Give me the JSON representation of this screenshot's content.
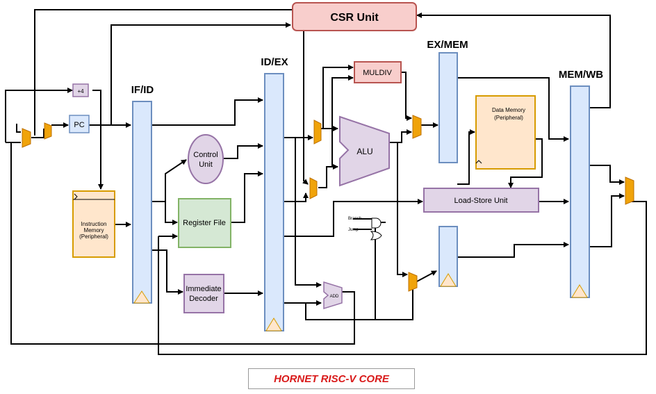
{
  "title": "HORNET RISC-V CORE",
  "stages": {
    "if_id": "IF/ID",
    "id_ex": "ID/EX",
    "ex_mem": "EX/MEM",
    "mem_wb": "MEM/WB"
  },
  "blocks": {
    "csr_unit": "CSR Unit",
    "pc": "PC",
    "plus4": "+4",
    "instr_mem": [
      "Instruction",
      "Memory",
      "(Peripheral)"
    ],
    "control_unit": [
      "Control",
      "Unit"
    ],
    "register_file": "Register File",
    "imm_decoder": [
      "Immediate",
      "Decoder"
    ],
    "muldiv": "MULDIV",
    "alu": "ALU",
    "add": "ADD",
    "data_mem": [
      "Data Memory",
      "(Peripheral)"
    ],
    "lsu": "Load-Store Unit",
    "branch": "Branch",
    "jump": "Jump"
  },
  "colors": {
    "pipeline_fill": "#dae8fc",
    "pipeline_stroke": "#6c8ebf",
    "csr_fill": "#f8cecc",
    "csr_stroke": "#b85450",
    "purple_fill": "#e1d5e7",
    "purple_stroke": "#9673a6",
    "green_fill": "#d5e8d4",
    "green_stroke": "#82b366",
    "mem_fill": "#ffe6cc",
    "mem_stroke": "#d79b00",
    "mux_fill": "#f0a30a",
    "mux_stroke": "#bd7000",
    "caption": "#d91a1a"
  }
}
